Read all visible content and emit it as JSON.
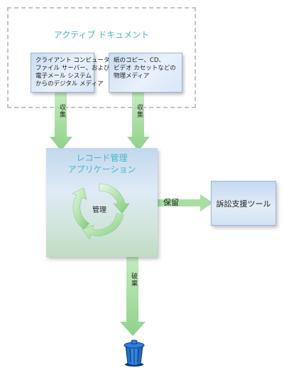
{
  "colors": {
    "arrow_green": "#9ed89a",
    "title_cyan": "#45b8c8",
    "trash_blue": "#1e6fd0"
  },
  "active_documents": {
    "title": "アクティブ ドキュメント",
    "sources": [
      {
        "lines": [
          "クライアント コンピュータ、",
          "ファイル サーバー、および",
          "電子メール システム",
          "からのデジタル メディア"
        ]
      },
      {
        "lines": [
          "紙のコピー、CD、",
          "ビデオ カセットなどの",
          "物理メディア"
        ]
      }
    ]
  },
  "arrows": {
    "collect_1": "収集",
    "collect_2": "収集",
    "hold": "保留",
    "dispose": "破棄"
  },
  "records_app": {
    "title_line1": "レコード管理",
    "title_line2": "アプリケーション",
    "cycle_label": "管理"
  },
  "litigation_tool": {
    "label": "訴訟支援ツール"
  },
  "icons": {
    "cycle": "cycle-arrows-icon",
    "trash": "trash-can-icon"
  }
}
